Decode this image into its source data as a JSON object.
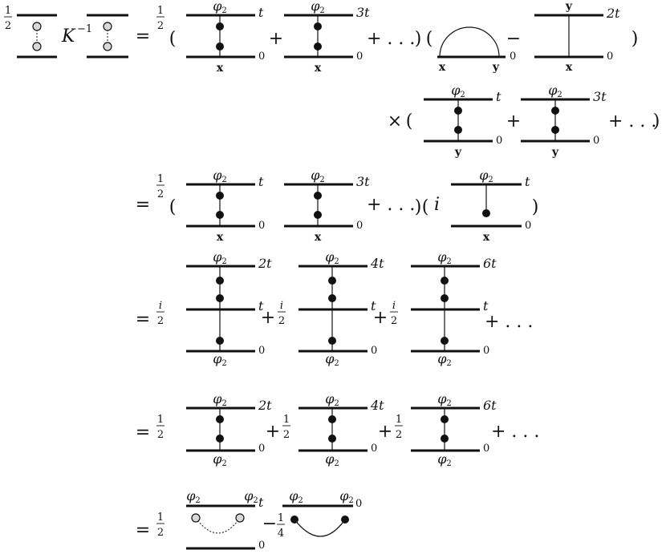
{
  "symbols": {
    "half": "1",
    "half_den": "2",
    "i": "i",
    "quarter_num": "1",
    "quarter_den": "4",
    "K": "K",
    "Kexp": "−1",
    "eq": "=",
    "plus": "+",
    "minus": "−",
    "dots": "+ . . .",
    "times": "×",
    "lparen": "(",
    "rparen": ")"
  },
  "labels": {
    "phi": "φ",
    "phi_sub": "2",
    "t": "t",
    "t3": "3t",
    "t2": "2t",
    "t4": "4t",
    "t6": "6t",
    "zero": "0",
    "x": "x",
    "y": "y"
  }
}
